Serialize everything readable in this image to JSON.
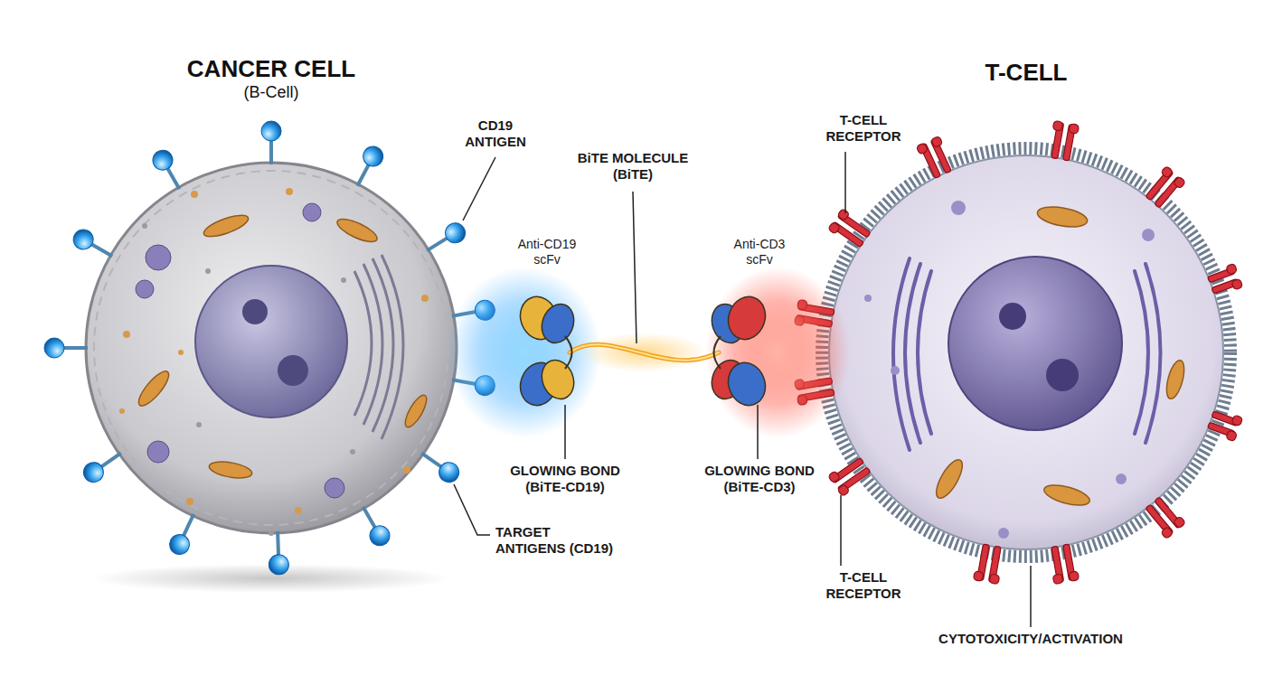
{
  "diagram": {
    "nodes": [
      {
        "text": [
          "CANCER CELL",
          "(B-Cell)"
        ]
      },
      {
        "text": [
          "T-CELL"
        ]
      }
    ],
    "labels": [
      "CD19 ANTIGEN",
      "BiTE MOLECULE (BiTE)",
      "Anti-CD19 scFv",
      "Anti-CD3 scFv",
      "T-CELL RECEPTOR",
      "GLOWING BOND (BiTE-CD19)",
      "GLOWING BOND (BiTE-CD3)",
      "TARGET ANTIGENS (CD19)",
      "T-CELL RECEPTOR",
      "CYTOTOXICITY/ACTIVATION"
    ]
  }
}
